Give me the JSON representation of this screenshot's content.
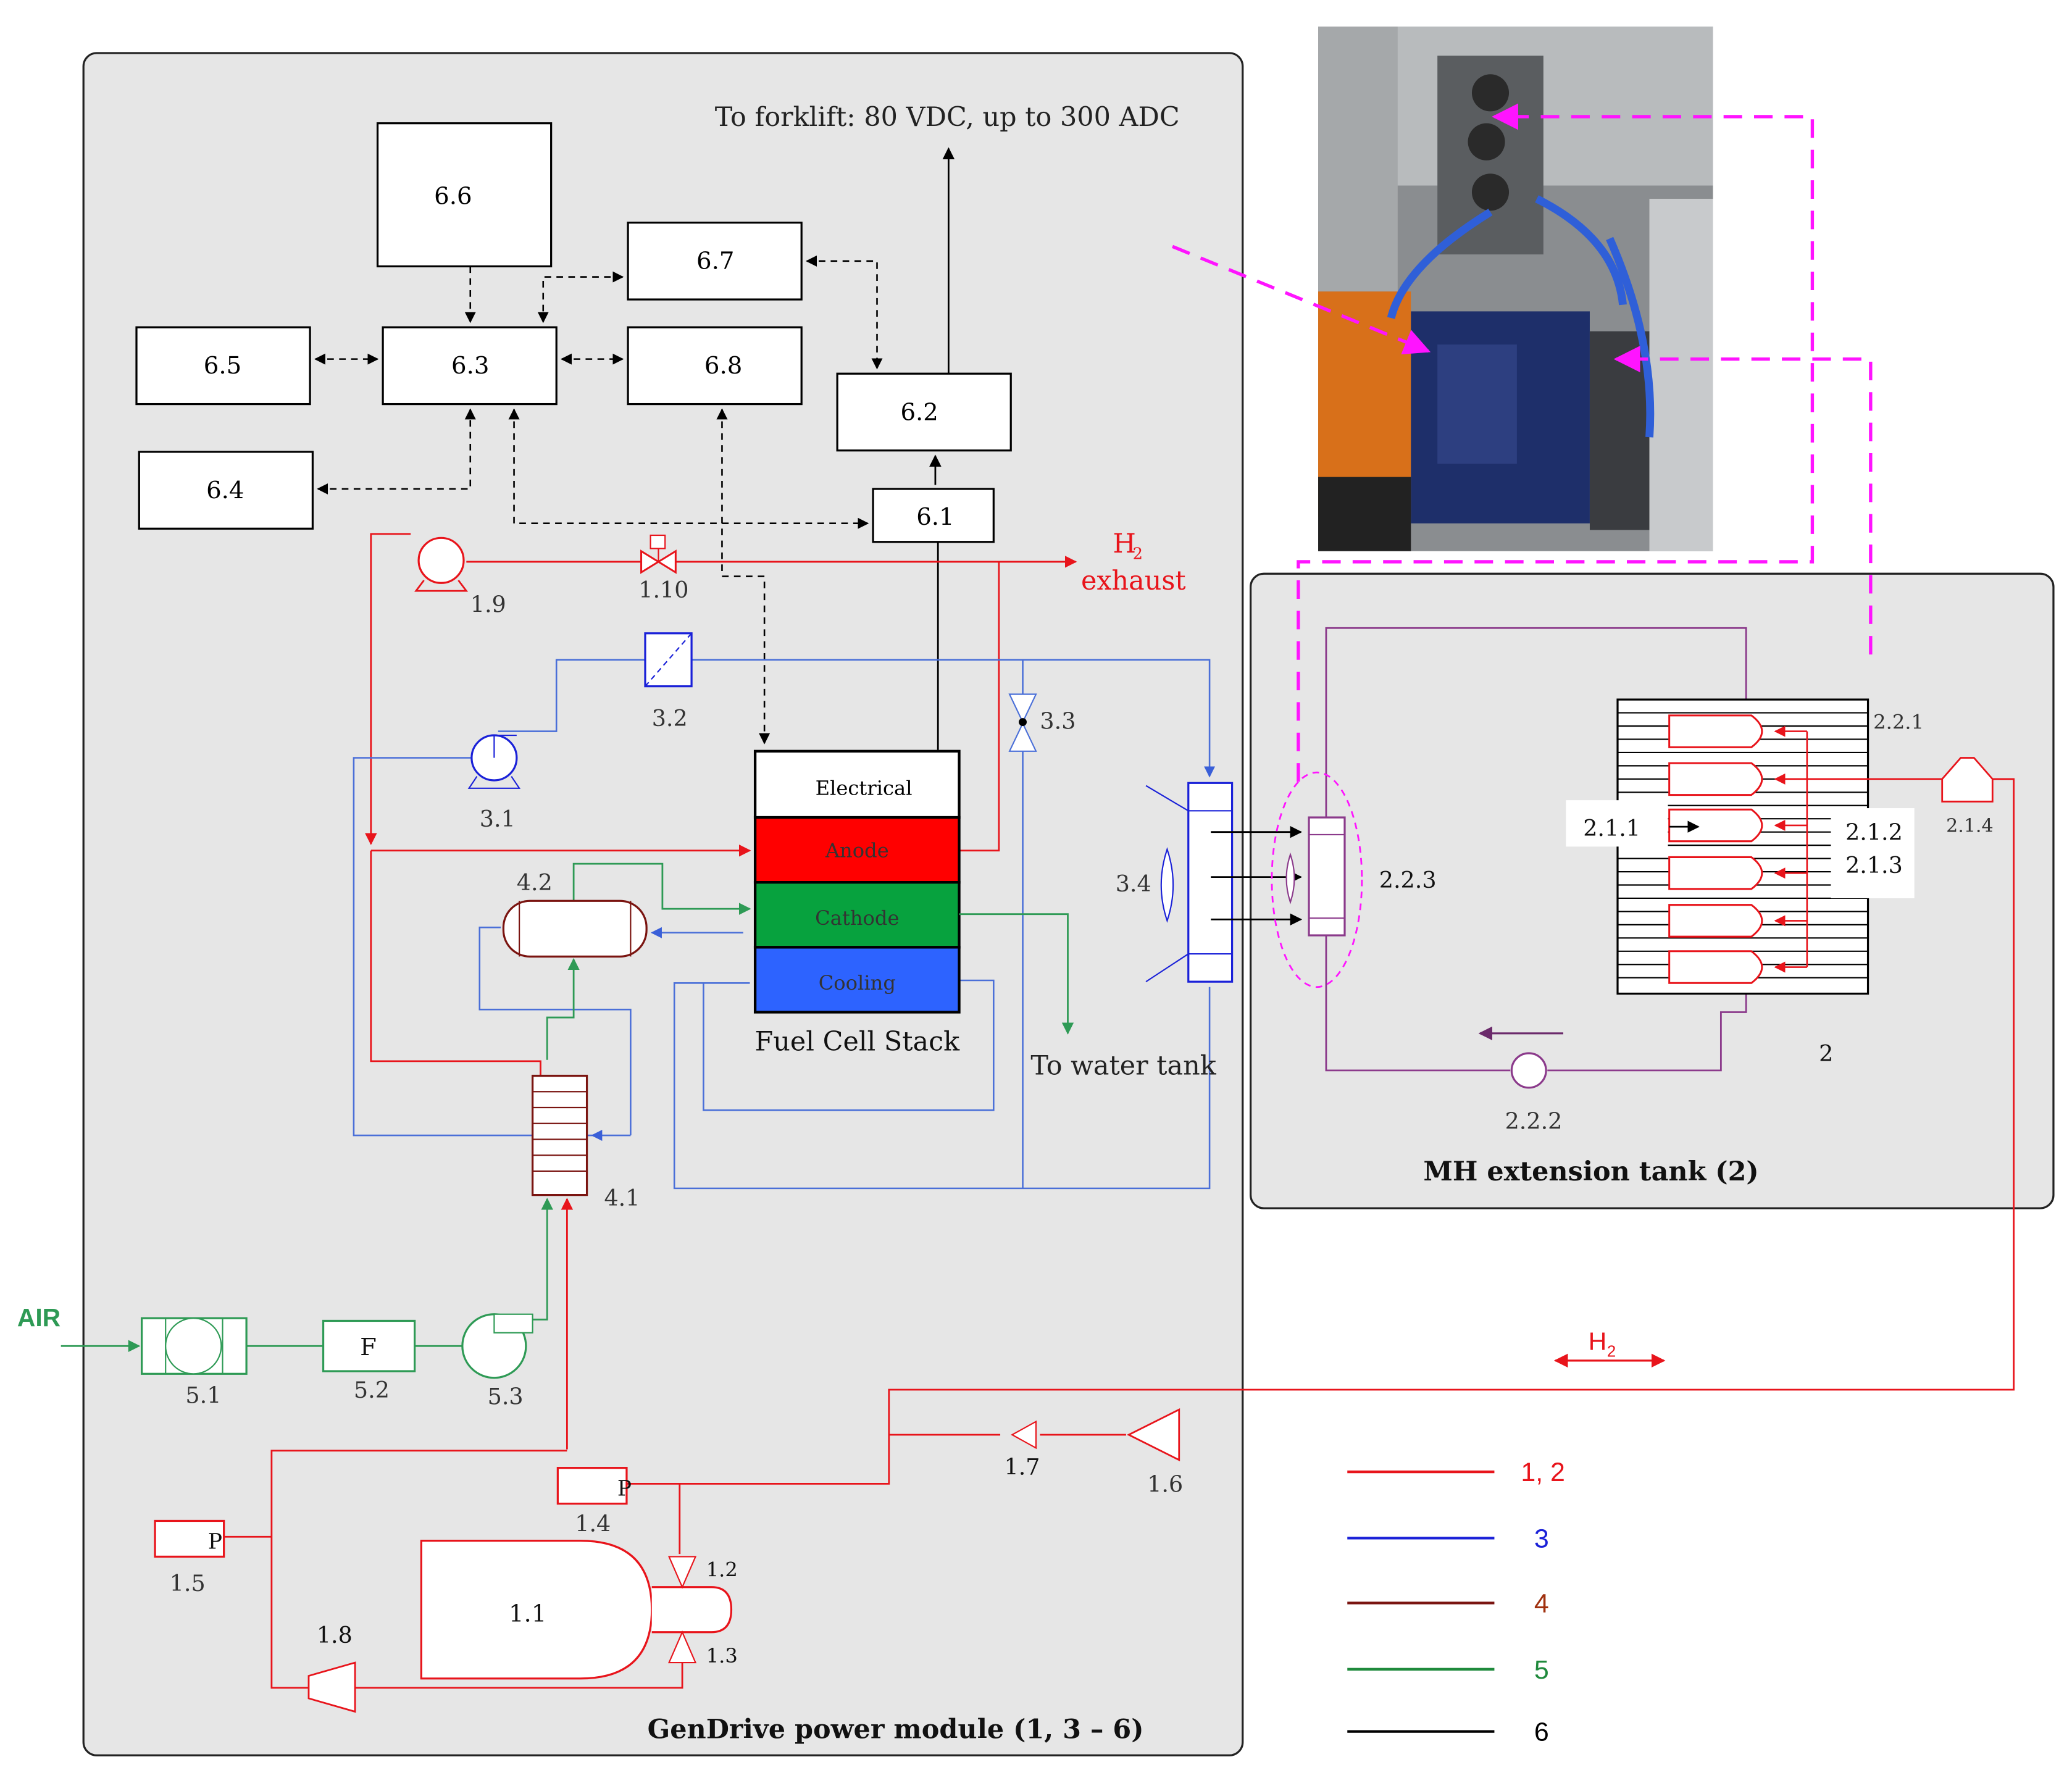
{
  "title_top": "To forklift: 80 VDC, up to 300 ADC",
  "module_title": "GenDrive power module (1, 3 – 6)",
  "tank_title": "MH extension tank (2)",
  "stack": {
    "title": "Fuel Cell Stack",
    "layers": [
      "Electrical",
      "Anode",
      "Cathode",
      "Cooling"
    ]
  },
  "control_boxes": [
    "6.1",
    "6.2",
    "6.3",
    "6.4",
    "6.5",
    "6.6",
    "6.7",
    "6.8"
  ],
  "labels": {
    "air": "AIR",
    "f": "F",
    "p": "P",
    "h2": "H",
    "h2_sub": "2",
    "exhaust": "exhaust",
    "water_tank": "To water tank",
    "tank_number": "2",
    "n_1_1": "1.1",
    "n_1_2": "1.2",
    "n_1_3": "1.3",
    "n_1_4": "1.4",
    "n_1_5": "1.5",
    "n_1_6": "1.6",
    "n_1_7": "1.7",
    "n_1_8": "1.8",
    "n_1_9": "1.9",
    "n_1_10": "1.10",
    "n_3_1": "3.1",
    "n_3_2": "3.2",
    "n_3_3": "3.3",
    "n_3_4": "3.4",
    "n_4_1": "4.1",
    "n_4_2": "4.2",
    "n_5_1": "5.1",
    "n_5_2": "5.2",
    "n_5_3": "5.3",
    "n_2_1_1": "2.1.1",
    "n_2_1_2": "2.1.2",
    "n_2_1_3": "2.1.3",
    "n_2_1_4": "2.1.4",
    "n_2_2_1": "2.2.1",
    "n_2_2_2": "2.2.2",
    "n_2_2_3": "2.2.3"
  },
  "legend": [
    {
      "label": "1, 2",
      "color": "#e8141b"
    },
    {
      "label": "3",
      "color": "#1a21d8"
    },
    {
      "label": "4",
      "color": "#a0300e"
    },
    {
      "label": "5",
      "color": "#1f8a3c"
    },
    {
      "label": "6",
      "color": "#000000"
    }
  ],
  "colors": {
    "h2": "#e8141b",
    "cooling": "#4a6fd8",
    "heat": "#7a1410",
    "air": "#2e9a55",
    "control": "#000000",
    "mh_loop": "#8b3a8b",
    "photo_link": "#ff14ff",
    "panel": "#e6e6e6"
  }
}
